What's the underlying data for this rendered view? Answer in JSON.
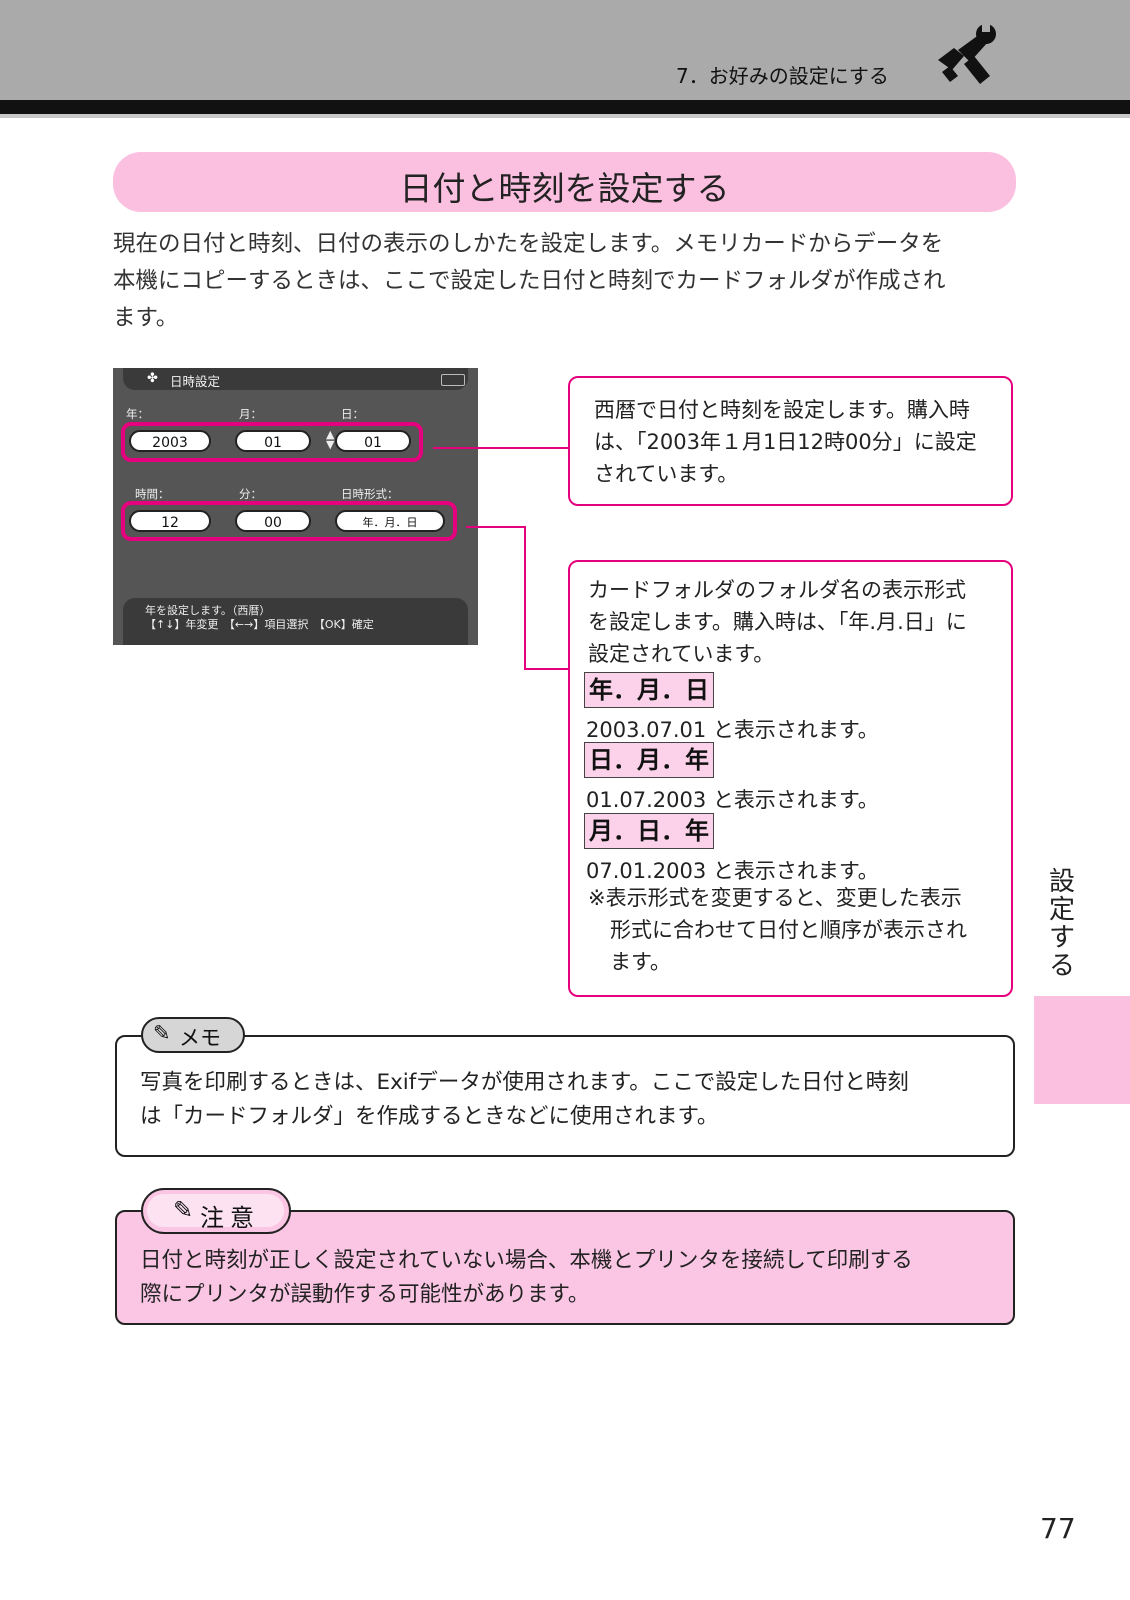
{
  "header": {
    "chapter": "7．お好みの設定にする",
    "icon": "tools-icon"
  },
  "title": "日付と時刻を設定する",
  "intro": [
    "現在の日付と時刻、日付の表示のしかたを設定します。メモリカードからデータを",
    "本機にコピーするときは、ここで設定した日付と時刻でカードフォルダが作成され",
    "ます。"
  ],
  "screen": {
    "title": "日時設定",
    "labels": {
      "year": "年：",
      "month": "月：",
      "day": "日：",
      "hour": "時間：",
      "minute": "分：",
      "format": "日時形式："
    },
    "values": {
      "year": "2003",
      "month": "01",
      "day": "01",
      "hour": "12",
      "minute": "00",
      "format": "年．月．日"
    },
    "help1": "年を設定します。（西暦）",
    "help2": "【↑↓】年変更　【←→】項目選択　【OK】確定"
  },
  "callout1": [
    "西暦で日付と時刻を設定します。購入時",
    "は、「2003年１月1日12時00分」に設定",
    "されています。"
  ],
  "callout2": {
    "lines": [
      "カードフォルダのフォルダ名の表示形式",
      "を設定します。購入時は、「年.月.日」に",
      "設定されています。"
    ],
    "formats": [
      {
        "label": "年．月．日",
        "example": "2003.07.01 と表示されます。"
      },
      {
        "label": "日．月．年",
        "example": "01.07.2003 と表示されます。"
      },
      {
        "label": "月．日．年",
        "example": "07.01.2003 と表示されます。"
      }
    ],
    "note": [
      "※表示形式を変更すると、変更した表示",
      "形式に合わせて日付と順序が表示され",
      "ます。"
    ]
  },
  "side_tab": [
    "設",
    "定",
    "す",
    "る"
  ],
  "memo": {
    "tag": "メモ",
    "lines": [
      "写真を印刷するときは、Exifデータが使用されます。ここで設定した日付と時刻",
      "は「カードフォルダ」を作成するときなどに使用されます。"
    ]
  },
  "caution": {
    "tag": "注意",
    "lines": [
      "日付と時刻が正しく設定されていない場合、本機とプリンタを接続して印刷する",
      "際にプリンタが誤動作する可能性があります。"
    ]
  },
  "page_number": "77"
}
